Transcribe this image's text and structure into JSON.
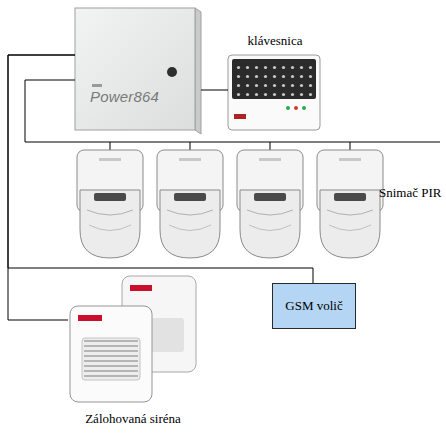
{
  "diagram": {
    "nodes": [
      {
        "text": [
          "Power864"
        ]
      },
      {
        "text": [
          "klávesnica"
        ]
      },
      {
        "text": [
          "Snimač PIR"
        ]
      },
      {
        "text": [
          "GSM volič"
        ]
      },
      {
        "text": [
          "Zálohovaná siréna"
        ]
      }
    ],
    "edges": [
      {
        "from": 0,
        "to": 1,
        "arrow": "none"
      },
      {
        "from": 0,
        "to": 2,
        "arrow": "none"
      },
      {
        "from": 0,
        "to": 3,
        "arrow": "none"
      },
      {
        "from": 0,
        "to": 4,
        "arrow": "none"
      }
    ]
  }
}
